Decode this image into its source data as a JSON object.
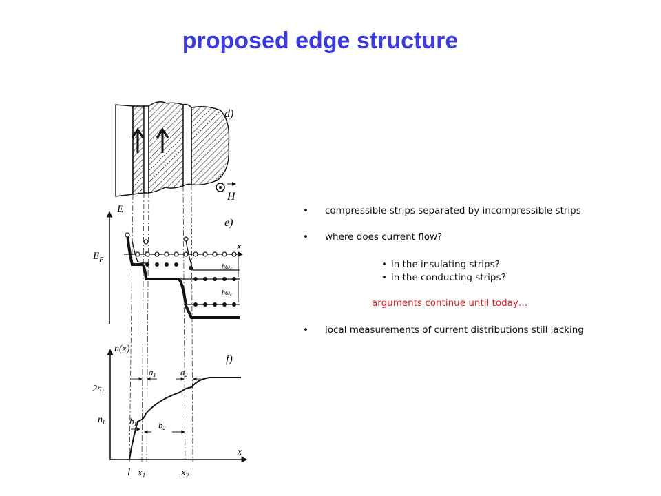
{
  "slide": {
    "title": "proposed edge structure"
  },
  "figure": {
    "panel_d": {
      "label": "d)",
      "field_label": "H"
    },
    "panel_e": {
      "label": "e)",
      "y_axis": "E",
      "x_axis": "x",
      "fermi": "E",
      "fermi_sub": "F",
      "gap1": "ħω",
      "gap1_sub": "c",
      "gap2": "ħω",
      "gap2_sub": "c"
    },
    "panel_f": {
      "label": "f)",
      "y_axis": "n(x)",
      "x_axis": "x",
      "tick_2nL": "2n",
      "tick_2nL_sub": "L",
      "tick_nL": "n",
      "tick_nL_sub": "L",
      "a1": "a",
      "a1_sub": "1",
      "a2": "a",
      "a2_sub": "2",
      "b1": "b",
      "b1_sub": "1",
      "b2": "b",
      "b2_sub": "2",
      "x_l": "l",
      "x1": "x",
      "x1_sub": "1",
      "x2": "x",
      "x2_sub": "2"
    }
  },
  "bullets": {
    "item1": "compressible strips separated by incompressible strips",
    "item2": "where does current flow?",
    "sub1": "in the insulating strips?",
    "sub2": "in the conducting strips?",
    "note": "arguments continue until today…",
    "item3": "local measurements  of current distributions still lacking"
  },
  "colors": {
    "title": "#3a3ae6",
    "note": "#e01b1b",
    "text": "#111111"
  }
}
